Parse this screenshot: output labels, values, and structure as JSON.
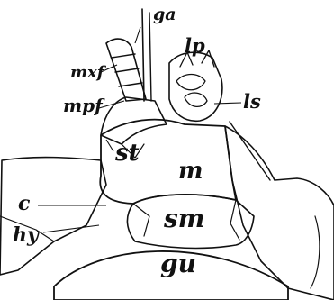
{
  "labels": {
    "ga": "ga",
    "lp": "lp",
    "mxf": "mxf",
    "mpf": "mpf",
    "ls": "ls",
    "st": "st",
    "m": "m",
    "c": "c",
    "hy": "hy",
    "sm": "sm",
    "gu": "gu"
  },
  "colors": {
    "ink": "#111111",
    "paper": "#ffffff"
  }
}
